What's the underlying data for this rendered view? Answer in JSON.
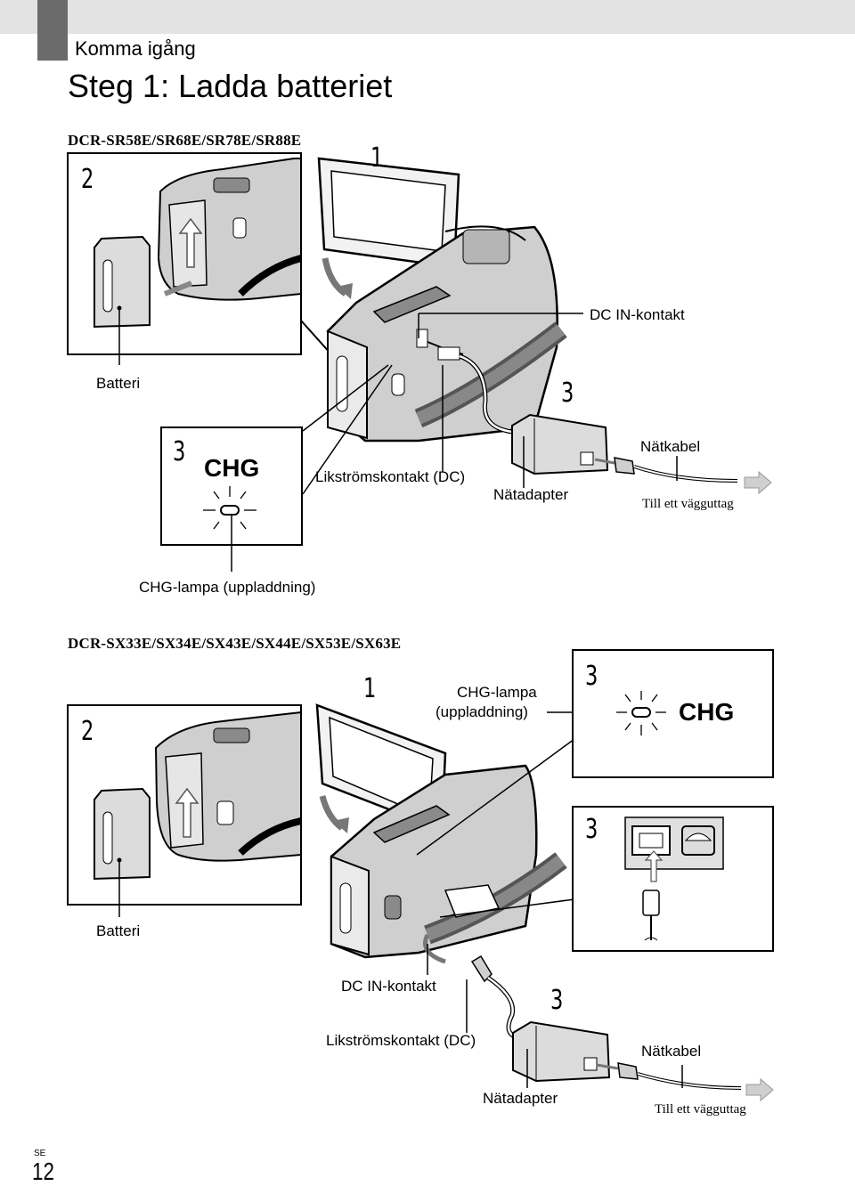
{
  "header": {
    "section": "Komma igång",
    "title": "Steg 1: Ladda batteriet"
  },
  "model_a": {
    "heading": "DCR-SR58E/SR68E/SR78E/SR88E",
    "step_1": "1",
    "step_2": "2",
    "step_3_main": "3",
    "step_3_inset": "3",
    "label_dc_in": "DC IN-kontakt",
    "label_battery": "Batteri",
    "label_dc_plug": "Likströmskontakt (DC)",
    "label_adapter": "Nätadapter",
    "label_power_cord": "Nätkabel",
    "label_wall": "Till ett vägguttag",
    "label_chg_lamp": "CHG-lampa (uppladdning)",
    "chg_text": "CHG"
  },
  "model_b": {
    "heading": "DCR-SX33E/SX34E/SX43E/SX44E/SX53E/SX63E",
    "step_1": "1",
    "step_2": "2",
    "step_3_chg": "3",
    "step_3_jack": "3",
    "step_3_main": "3",
    "label_chg_lamp_line1": "CHG-lampa",
    "label_chg_lamp_line2": "(uppladdning)",
    "chg_text": "CHG",
    "label_battery": "Batteri",
    "label_dc_in": "DC IN-kontakt",
    "label_dc_plug": "Likströmskontakt (DC)",
    "label_adapter": "Nätadapter",
    "label_power_cord": "Nätkabel",
    "label_wall": "Till ett vägguttag"
  },
  "footer": {
    "lang": "SE",
    "page": "12"
  }
}
